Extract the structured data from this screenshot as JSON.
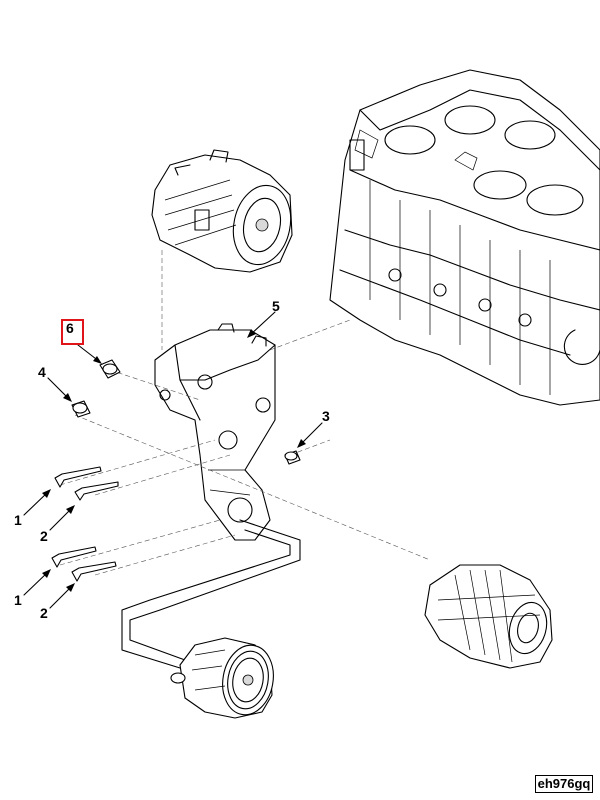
{
  "callouts": {
    "c1a": "1",
    "c2a": "2",
    "c1b": "1",
    "c2b": "2",
    "c3": "3",
    "c4": "4",
    "c5": "5",
    "c6": "6"
  },
  "figure_id": "eh976gq",
  "highlight": {
    "target": "6",
    "color": "#e0141b"
  },
  "components": [
    "ac-compressor-icon",
    "engine-block-icon",
    "mounting-bracket-icon",
    "generator-icon",
    "power-steering-pump-icon",
    "bolt-icon",
    "dowel-sleeve-icon"
  ]
}
